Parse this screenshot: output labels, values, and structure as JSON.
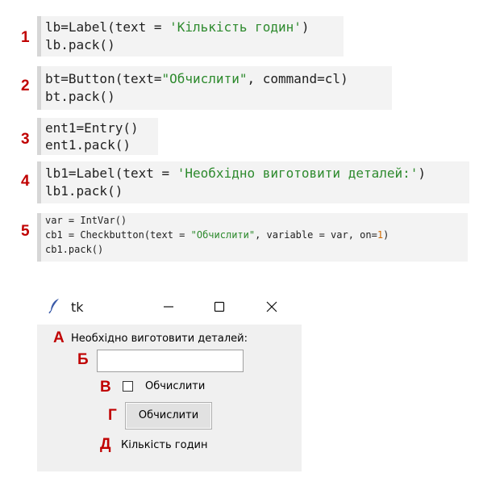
{
  "snippets": [
    {
      "number": "1",
      "lines": [
        "lb=Label(text = 'Кількість годин')",
        "lb.pack()"
      ]
    },
    {
      "number": "2",
      "lines": [
        "bt=Button(text=\"Обчислити\", command=cl)",
        "bt.pack()"
      ]
    },
    {
      "number": "3",
      "lines": [
        "ent1=Entry()",
        "ent1.pack()"
      ]
    },
    {
      "number": "4",
      "lines": [
        "lb1=Label(text = 'Необхідно виготовити деталей:')",
        "lb1.pack()"
      ]
    },
    {
      "number": "5",
      "lines": [
        "var = IntVar()",
        "cb1 = Checkbutton(text = \"Обчислити\", variable = var, on=1)",
        "cb1.pack()"
      ]
    }
  ],
  "window": {
    "title": "tk",
    "icons": {
      "app": "feather-icon",
      "minimize": "minimize-icon",
      "maximize": "maximize-icon",
      "close": "close-icon"
    },
    "label_needed": "Необхідно виготовити деталей:",
    "entry_value": "",
    "checkbox_label": "Обчислити",
    "checkbox_checked": false,
    "button_label": "Обчислити",
    "label_hours": "Кількість годин"
  },
  "markers": {
    "a": "А",
    "b": "Б",
    "v": "В",
    "g": "Г",
    "d": "Д"
  },
  "colors": {
    "marker": "#c00000",
    "string": "#2d8a2d",
    "number": "#d06a00"
  }
}
